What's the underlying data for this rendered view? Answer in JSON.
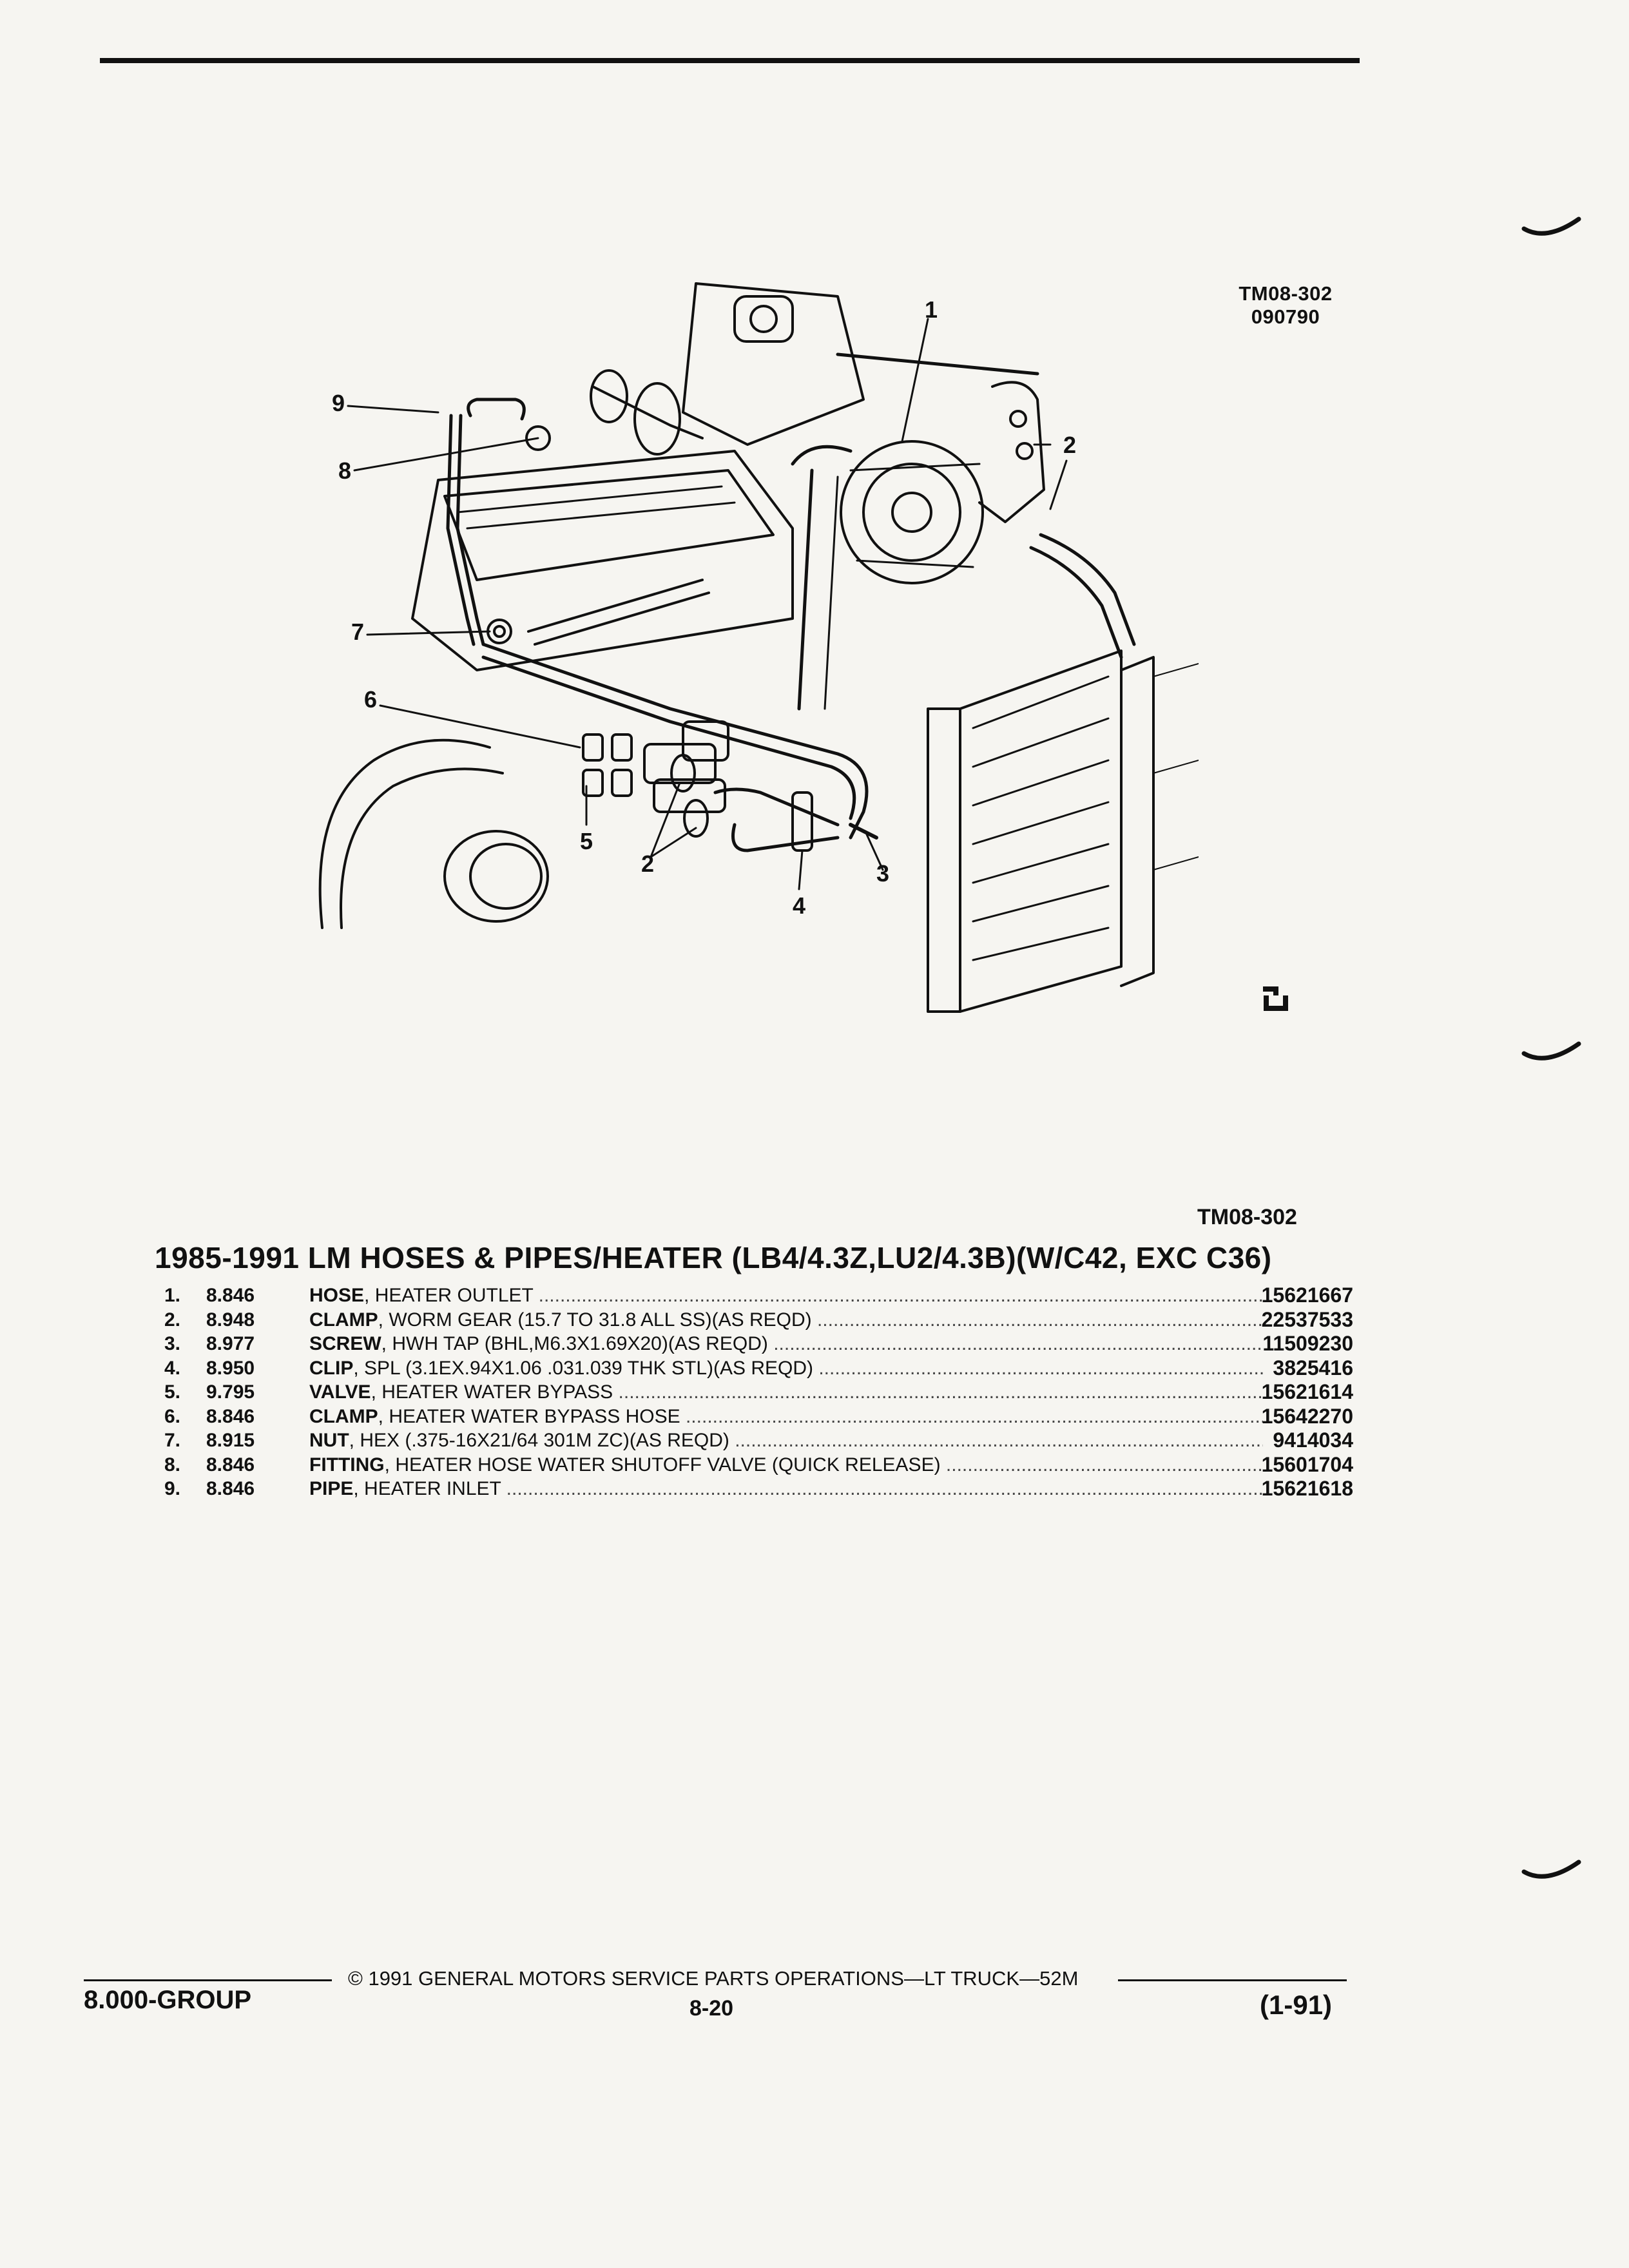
{
  "figure_ref_top": "TM08-302",
  "figure_date": "090790",
  "figure_ref_bottom": "TM08-302",
  "callouts": [
    "1",
    "2",
    "2",
    "3",
    "4",
    "5",
    "6",
    "7",
    "8",
    "9"
  ],
  "title": "1985-1991 LM HOSES & PIPES/HEATER (LB4/4.3Z,LU2/4.3B)(W/C42, EXC C36)",
  "parts": [
    {
      "index": "1.",
      "group": "8.846",
      "name": "HOSE",
      "detail": ", HEATER OUTLET",
      "part_no": "15621667"
    },
    {
      "index": "2.",
      "group": "8.948",
      "name": "CLAMP",
      "detail": ", WORM GEAR (15.7 TO 31.8 ALL SS)(AS REQD)",
      "part_no": "22537533"
    },
    {
      "index": "3.",
      "group": "8.977",
      "name": "SCREW",
      "detail": ", HWH TAP (BHL,M6.3X1.69X20)(AS REQD)",
      "part_no": "11509230"
    },
    {
      "index": "4.",
      "group": "8.950",
      "name": "CLIP",
      "detail": ", SPL (3.1EX.94X1.06 .031.039 THK STL)(AS REQD)",
      "part_no": "3825416"
    },
    {
      "index": "5.",
      "group": "9.795",
      "name": "VALVE",
      "detail": ", HEATER WATER BYPASS",
      "part_no": "15621614"
    },
    {
      "index": "6.",
      "group": "8.846",
      "name": "CLAMP",
      "detail": ", HEATER WATER BYPASS HOSE",
      "part_no": "15642270"
    },
    {
      "index": "7.",
      "group": "8.915",
      "name": "NUT",
      "detail": ", HEX (.375-16X21/64 301M ZC)(AS REQD)",
      "part_no": "9414034"
    },
    {
      "index": "8.",
      "group": "8.846",
      "name": "FITTING",
      "detail": ", HEATER HOSE WATER SHUTOFF VALVE (QUICK RELEASE)",
      "part_no": "15601704"
    },
    {
      "index": "9.",
      "group": "8.846",
      "name": "PIPE",
      "detail": ", HEATER INLET",
      "part_no": "15621618"
    }
  ],
  "footer": {
    "copyright": "© 1991 GENERAL MOTORS SERVICE PARTS OPERATIONS—LT TRUCK—52M",
    "group": "8.000-GROUP",
    "page": "8-20",
    "date": "(1-91)"
  }
}
